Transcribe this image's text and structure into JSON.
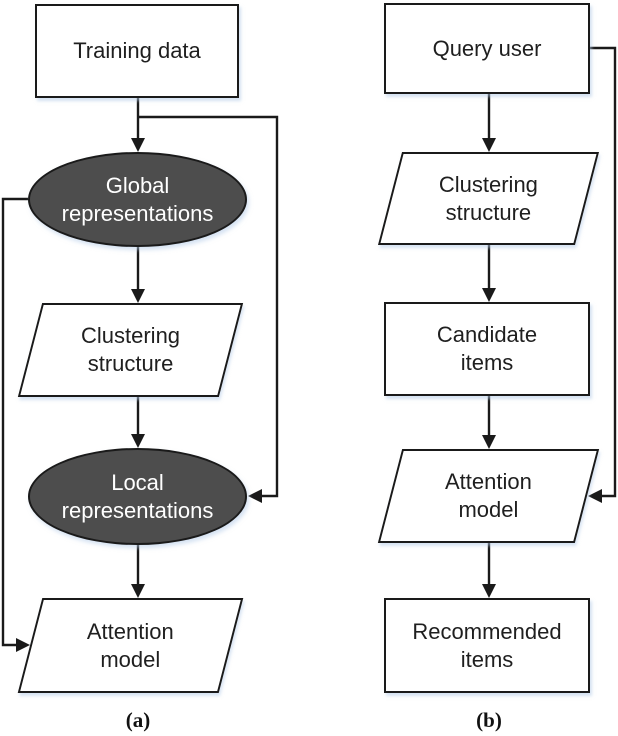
{
  "palette": {
    "background": "#ffffff",
    "line": "#1a1a1a",
    "node_border": "#1a1a1a",
    "node_fill": "#ffffff",
    "dark_fill": "#4d4d4d",
    "dark_text": "#ffffff",
    "text": "#1f1f1f",
    "shadow": "rgba(178,202,232,0.55)"
  },
  "figure": {
    "panels": [
      {
        "caption": "(a)",
        "nodes": [
          {
            "id": "training-data",
            "shape": "rectangle",
            "label": "Training data",
            "lines": [
              "Training data"
            ]
          },
          {
            "id": "global-representations",
            "shape": "ellipse-dark",
            "label": "Global representations",
            "lines": [
              "Global",
              "representations"
            ]
          },
          {
            "id": "clustering-structure",
            "shape": "parallelogram",
            "label": "Clustering structure",
            "lines": [
              "Clustering",
              "structure"
            ]
          },
          {
            "id": "local-representations",
            "shape": "ellipse-dark",
            "label": "Local representations",
            "lines": [
              "Local",
              "representations"
            ]
          },
          {
            "id": "attention-model",
            "shape": "parallelogram",
            "label": "Attention model",
            "lines": [
              "Attention",
              "model"
            ]
          }
        ],
        "edges": [
          {
            "from": "training-data",
            "to": "global-representations"
          },
          {
            "from": "training-data",
            "to": "local-representations"
          },
          {
            "from": "global-representations",
            "to": "clustering-structure"
          },
          {
            "from": "global-representations",
            "to": "attention-model"
          },
          {
            "from": "clustering-structure",
            "to": "local-representations"
          },
          {
            "from": "local-representations",
            "to": "attention-model"
          }
        ]
      },
      {
        "caption": "(b)",
        "nodes": [
          {
            "id": "query-user",
            "shape": "rectangle",
            "label": "Query user",
            "lines": [
              "Query user"
            ]
          },
          {
            "id": "clustering-structure",
            "shape": "parallelogram",
            "label": "Clustering structure",
            "lines": [
              "Clustering",
              "structure"
            ]
          },
          {
            "id": "candidate-items",
            "shape": "rectangle",
            "label": "Candidate items",
            "lines": [
              "Candidate",
              "items"
            ]
          },
          {
            "id": "attention-model",
            "shape": "parallelogram",
            "label": "Attention model",
            "lines": [
              "Attention",
              "model"
            ]
          },
          {
            "id": "recommended-items",
            "shape": "rectangle",
            "label": "Recommended items",
            "lines": [
              "Recommended",
              "items"
            ]
          }
        ],
        "edges": [
          {
            "from": "query-user",
            "to": "clustering-structure"
          },
          {
            "from": "query-user",
            "to": "attention-model"
          },
          {
            "from": "clustering-structure",
            "to": "candidate-items"
          },
          {
            "from": "candidate-items",
            "to": "attention-model"
          },
          {
            "from": "attention-model",
            "to": "recommended-items"
          }
        ]
      }
    ]
  }
}
